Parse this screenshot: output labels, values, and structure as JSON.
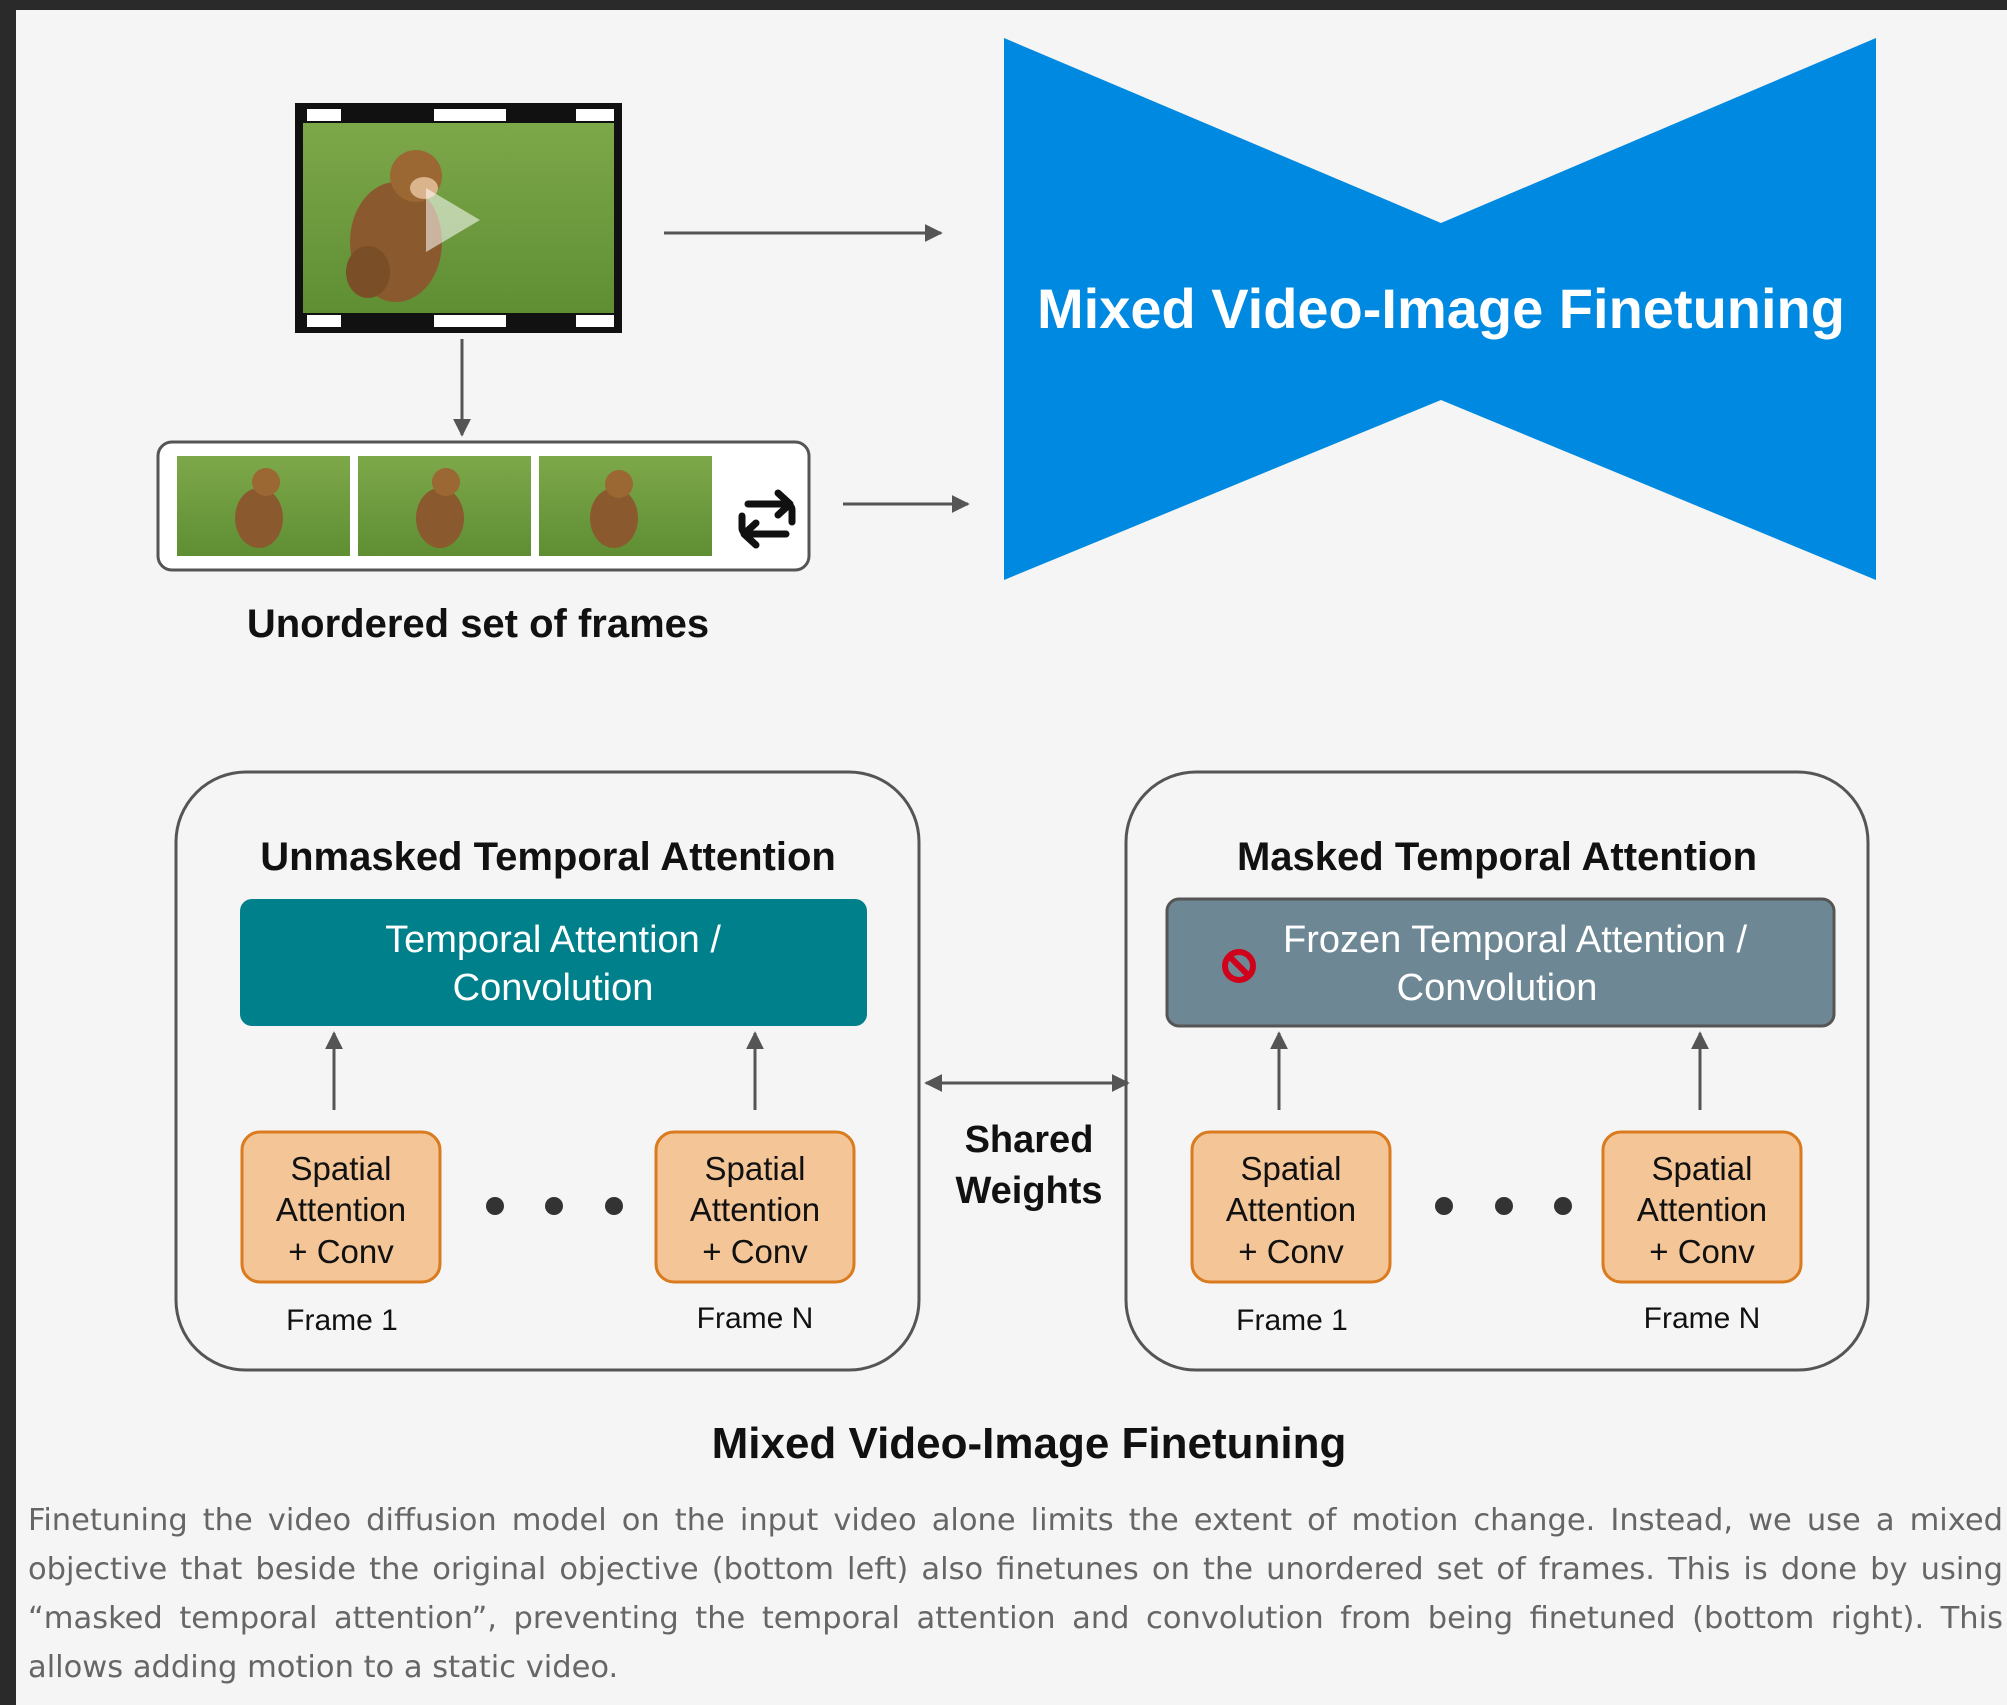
{
  "diagram": {
    "top_title": "Mixed Video-Image Finetuning",
    "frames_label": "Unordered set of frames",
    "bottom_title": "Mixed Video-Image Finetuning",
    "shared_weights": [
      "Shared",
      "Weights"
    ],
    "left_panel": {
      "title": "Unmasked Temporal Attention",
      "temporal_block": [
        "Temporal Attention /",
        "Convolution"
      ],
      "spatial_block": [
        "Spatial",
        "Attention",
        "+ Conv"
      ],
      "frame_first": "Frame 1",
      "frame_last": "Frame N"
    },
    "right_panel": {
      "title": "Masked Temporal Attention",
      "temporal_block": [
        "Frozen Temporal Attention /",
        "Convolution"
      ],
      "spatial_block": [
        "Spatial",
        "Attention",
        "+ Conv"
      ],
      "frame_first": "Frame 1",
      "frame_last": "Frame N"
    },
    "colors": {
      "funnel_blue": "#0089e0",
      "temporal_teal": "#00808a",
      "frozen_gray": "#6e8795",
      "spatial_orange": "#f3c597",
      "spatial_border": "#d97b1e",
      "forbidden_red": "#d0021b"
    },
    "icons": [
      "play-icon",
      "loop-icon",
      "forbidden-icon"
    ]
  },
  "caption": "Finetuning the video diffusion model on the input video alone limits the extent of motion change. Instead, we use a mixed objective that beside the original objective (bottom left) also finetunes on the unordered set of frames. This is done by using “masked temporal attention”, preventing the temporal attention and convolution from being finetuned (bottom right). This allows adding motion to a static video."
}
